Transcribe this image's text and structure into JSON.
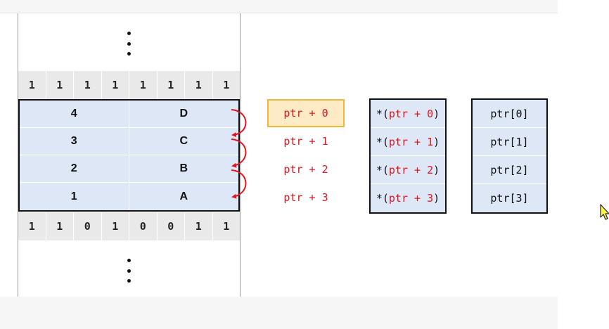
{
  "memory": {
    "ellipsis_top": "⋮",
    "ellipsis_bottom": "⋮",
    "bits_top": [
      "1",
      "1",
      "1",
      "1",
      "1",
      "1",
      "1",
      "1"
    ],
    "bits_bottom": [
      "1",
      "1",
      "0",
      "1",
      "0",
      "0",
      "1",
      "1"
    ],
    "rows": [
      {
        "number": "4",
        "letter": "D"
      },
      {
        "number": "3",
        "letter": "C"
      },
      {
        "number": "2",
        "letter": "B"
      },
      {
        "number": "1",
        "letter": "A"
      }
    ]
  },
  "pointer_offsets": [
    "ptr + 0",
    "ptr + 1",
    "ptr + 2",
    "ptr + 3"
  ],
  "active_pointer_index": 0,
  "dereferences": [
    {
      "prefix": "*(",
      "expr": "ptr + 0",
      "suffix": ")"
    },
    {
      "prefix": "*(",
      "expr": "ptr + 1",
      "suffix": ")"
    },
    {
      "prefix": "*(",
      "expr": "ptr + 2",
      "suffix": ")"
    },
    {
      "prefix": "*(",
      "expr": "ptr + 3",
      "suffix": ")"
    }
  ],
  "indexes": [
    "ptr[0]",
    "ptr[1]",
    "ptr[2]",
    "ptr[3]"
  ],
  "colors": {
    "block_fill": "#dde7f5",
    "pointer_text": "#e3141e",
    "highlight_fill": "#fdebc6",
    "highlight_border": "#f3b63b",
    "arrow": "#e3141e"
  }
}
